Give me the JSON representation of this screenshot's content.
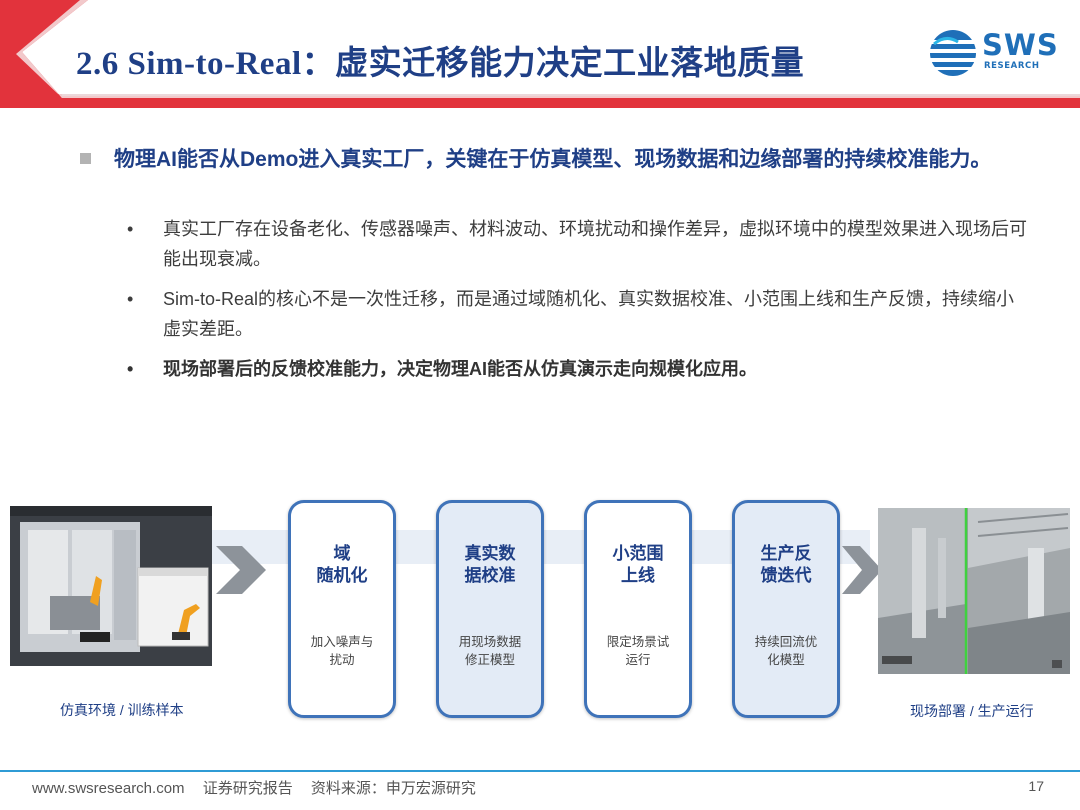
{
  "header": {
    "title": "2.6 Sim-to-Real：虚实迁移能力决定工业落地质量",
    "logo_text": "SWS",
    "logo_sub": "RESEARCH"
  },
  "content": {
    "main_bullet": "物理AI能否从Demo进入真实工厂，关键在于仿真模型、现场数据和边缘部署的持续校准能力。",
    "sub_bullets": [
      "真实工厂存在设备老化、传感器噪声、材料波动、环境扰动和操作差异，虚拟环境中的模型效果进入现场后可能出现衰减。",
      "Sim-to-Real的核心不是一次性迁移，而是通过域随机化、真实数据校准、小范围上线和生产反馈，持续缩小虚实差距。",
      "现场部署后的反馈校准能力，决定物理AI能否从仿真演示走向规模化应用。"
    ],
    "bullet_symbol": "•"
  },
  "flow": {
    "left_caption": "仿真环境 / 训练样本",
    "right_caption": "现场部署 / 生产运行",
    "steps": [
      {
        "title_line1": "域",
        "title_line2": "随机化",
        "desc_line1": "加入噪声与",
        "desc_line2": "扰动"
      },
      {
        "title_line1": "真实数",
        "title_line2": "据校准",
        "desc_line1": "用现场数据",
        "desc_line2": "修正模型"
      },
      {
        "title_line1": "小范围",
        "title_line2": "上线",
        "desc_line1": "限定场景试",
        "desc_line2": "运行"
      },
      {
        "title_line1": "生产反",
        "title_line2": "馈迭代",
        "desc_line1": "持续回流优",
        "desc_line2": "化模型"
      }
    ]
  },
  "footer": {
    "website": "www.swsresearch.com",
    "report_type": "证券研究报告",
    "source": "资料来源：申万宏源研究",
    "page_number": "17"
  },
  "colors": {
    "brand_blue": "#1f3f86",
    "accent_red": "#e2333c",
    "step_border": "#3f73b9",
    "footer_line": "#2f9bd5"
  }
}
